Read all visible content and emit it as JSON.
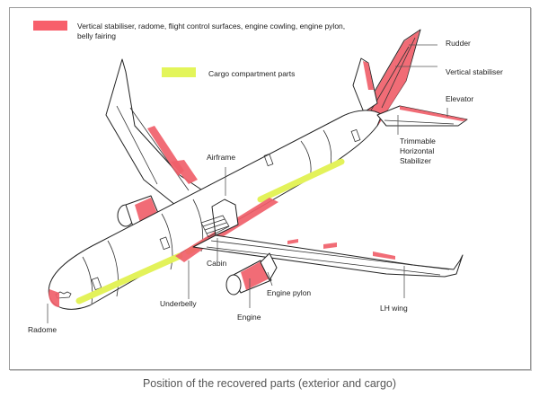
{
  "legend": {
    "items": [
      {
        "color": "#f75f6b",
        "label": "Vertical stabiliser, radome, flight control surfaces, engine cowling, engine pylon, belly fairing"
      },
      {
        "color": "#e3f55a",
        "label": "Cargo compartment parts"
      }
    ]
  },
  "labels": {
    "rudder": "Rudder",
    "vertical_stabiliser": "Vertical stabiliser",
    "elevator": "Elevator",
    "trimmable_line1": "Trimmable",
    "trimmable_line2": "Horizontal",
    "trimmable_line3": "Stabilizer",
    "airframe": "Airframe",
    "cabin": "Cabin",
    "underbelly": "Underbelly",
    "engine_pylon": "Engine pylon",
    "engine": "Engine",
    "lh_wing": "LH wing",
    "radome": "Radome"
  },
  "colors": {
    "exterior_parts": "#f75f6b",
    "cargo_parts": "#e3f55a",
    "outline": "#222222"
  },
  "caption": "Position of the recovered parts (exterior and cargo)"
}
